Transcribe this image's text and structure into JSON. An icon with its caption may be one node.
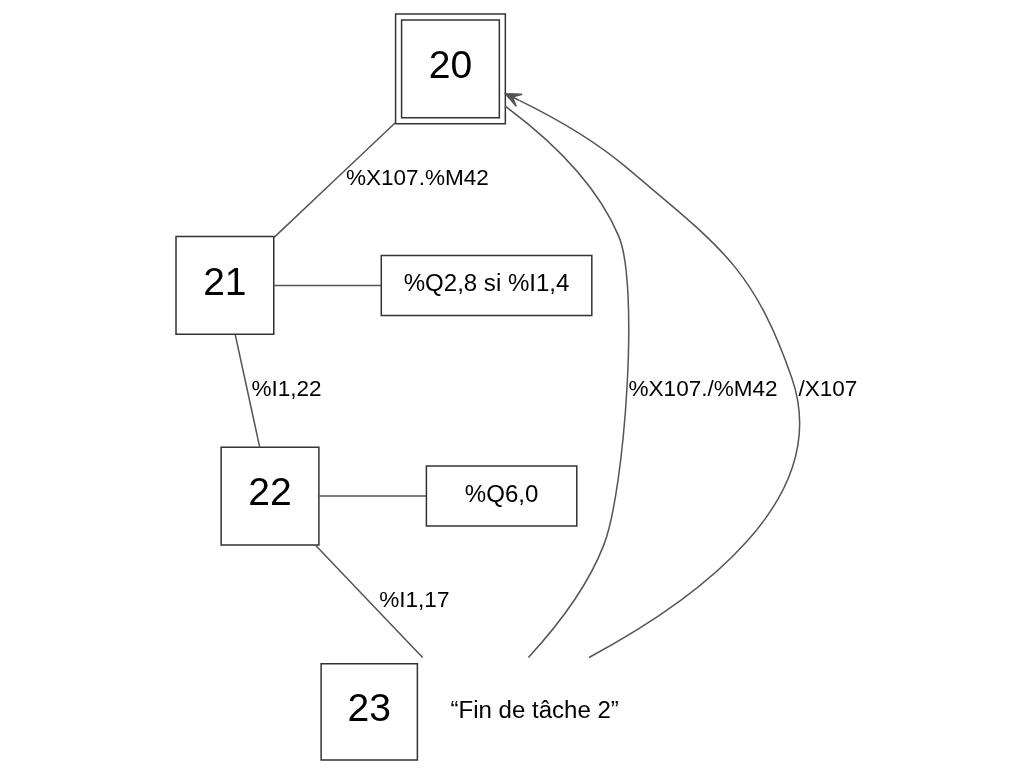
{
  "diagram": {
    "nodes": [
      {
        "text": [
          "20"
        ]
      },
      {
        "text": [
          "21"
        ]
      },
      {
        "text": [
          "%Q2,8 si %I1,4"
        ]
      },
      {
        "text": [
          "22"
        ]
      },
      {
        "text": [
          "%Q6,0"
        ]
      },
      {
        "text": [
          "23"
        ],
        "beside": [
          "“Fin de tâche 2”"
        ]
      }
    ],
    "edges": [
      {
        "from": 0,
        "to": 1,
        "arrow": "none",
        "label": "%X107.%M42"
      },
      {
        "from": 0,
        "to": 5,
        "arrow": "none",
        "label": "%X107./%M42"
      },
      {
        "from": 1,
        "to": 2,
        "arrow": "none"
      },
      {
        "from": 1,
        "to": 3,
        "arrow": "none",
        "label": "%I1,22"
      },
      {
        "from": 3,
        "to": 4,
        "arrow": "none"
      },
      {
        "from": 3,
        "to": 5,
        "arrow": "none",
        "label": "%I1,17"
      },
      {
        "from": 5,
        "to": 0,
        "arrow": "to",
        "label": "/X107"
      }
    ]
  }
}
